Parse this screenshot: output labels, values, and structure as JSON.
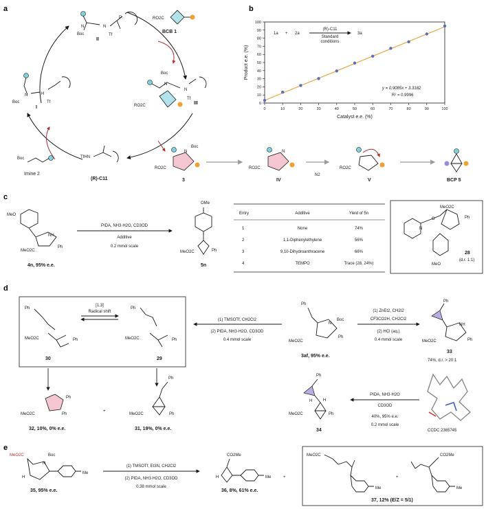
{
  "panels": [
    "a",
    "b",
    "c",
    "d",
    "e"
  ],
  "panel_a": {
    "labels": {
      "II": "II",
      "bcb": "BCB 1",
      "III": "III",
      "I": "I",
      "imine": "Imine 2",
      "cat": "(R)-C11",
      "p3": "3",
      "IV": "IV",
      "V": "V",
      "bcp5": "BCP 5",
      "n2": "N2",
      "boc": "Boc",
      "tf": "Tf",
      "ro2c": "RO2C",
      "tfhn": "TfHN",
      "n": "N",
      "h": "H",
      "p": "P",
      "o": "O"
    }
  },
  "chart_data": {
    "type": "scatter",
    "xlabel": "Catalyst e.e. (%)",
    "ylabel": "Product e.e. (%)",
    "xlim": [
      0,
      100
    ],
    "ylim": [
      0,
      100
    ],
    "xticks": [
      0,
      10,
      20,
      30,
      40,
      50,
      60,
      70,
      80,
      90,
      100
    ],
    "yticks": [
      0,
      10,
      20,
      30,
      40,
      50,
      60,
      70,
      80,
      90,
      100
    ],
    "x": [
      0,
      10,
      20,
      30,
      40,
      50,
      60,
      70,
      80,
      90,
      100
    ],
    "y": [
      3.3,
      13.4,
      21.7,
      30.2,
      39.6,
      49.3,
      57.8,
      67.5,
      75.6,
      85.2,
      95.1
    ],
    "fit": {
      "slope": 0.9085,
      "intercept": 3.3182
    },
    "equation": "y = 0.9085x + 3.3182",
    "r2": "R² = 0.9996",
    "scheme": {
      "left": "1a",
      "plus": "+",
      "right": "2a",
      "cond1": "(R)-C11",
      "cond2": "Standard",
      "cond3": "conditions",
      "product": "3a"
    },
    "colors": {
      "point": "#5b6fb3",
      "fit": "#e8a33a"
    }
  },
  "panel_c": {
    "reactant": "4n, 95% e.e.",
    "product": "5n",
    "cond1": "PIDA, NH3·H2O, CD3OD",
    "cond2": "Additive",
    "cond3": "0.2 mmol scale",
    "table": {
      "headers": [
        "Entry",
        "Additive",
        "Yield of 5n"
      ],
      "rows": [
        [
          "1",
          "None",
          "74%"
        ],
        [
          "2",
          "1,1-Diphenylethylene",
          "56%"
        ],
        [
          "3",
          "9,10-Dihydroanthracene",
          "66%"
        ],
        [
          "4",
          "TEMPO",
          "Trace (28, 24%)"
        ]
      ]
    },
    "adduct": "28",
    "adduct_dr": "(d.r. 1:1)",
    "ome": "OMe",
    "meo": "MeO",
    "meo2c": "MeO2C",
    "nh": "NH",
    "ph": "Ph",
    "n": "N",
    "o": "O"
  },
  "panel_d": {
    "shift1": "[1,3]",
    "shift2": "Radical shift",
    "p30": "30",
    "p29": "29",
    "cond_left1": "(1) TMSOTf, CH2Cl2",
    "cond_left2": "(2) PIDA, NH3·H2O, CD3OD",
    "cond_left3": "0.4 mmol scale",
    "s3af": "3af, 95% e.e.",
    "cond_right1": "(1) ZnEt2, CH2I2",
    "cond_right2": "CF3CO2H, CH2Cl2",
    "cond_right3": "(2) HCl (aq.)",
    "cond_right4": "0.4 mmol scale",
    "p33": "33",
    "p33_info": "74%, d.r. > 20:1",
    "p32": "32, 10%, 0% e.e.",
    "plus": "+",
    "p31": "31, 19%, 0% e.e.",
    "cond_bot1": "PIDA, NH3·H2O",
    "cond_bot2": "CD3OD",
    "cond_bot3": "40%, 95% e.e.",
    "cond_bot4": "0.2 mmol scale",
    "p34": "34",
    "ccdc": "CCDC 2365745",
    "ph": "Ph",
    "meo2c": "MeO2C",
    "boc": "Boc",
    "n": "N",
    "nh": "NH",
    "h": "H"
  },
  "panel_e": {
    "p35": "35, 95% e.e.",
    "cond1": "(1) TMSOTf, Et3N, CH2Cl2",
    "cond2": "(2) PIDA, NH3·H2O, CD3OD",
    "cond3": "0.38 mmol scale",
    "p36": "36, 8%, 61% e.e.",
    "plus": "+",
    "p37": "37, 12% (E/Z = 5/1)",
    "meo2c": "MeO2C",
    "co2me": "CO2Me",
    "boc": "Boc",
    "me": "Me",
    "n": "N",
    "h": "H"
  },
  "colors": {
    "cyan": "#7fd1dc",
    "orange": "#f0a030",
    "purple": "#9b8ad8",
    "red": "#c03030",
    "pink": "#f4c6cf"
  }
}
